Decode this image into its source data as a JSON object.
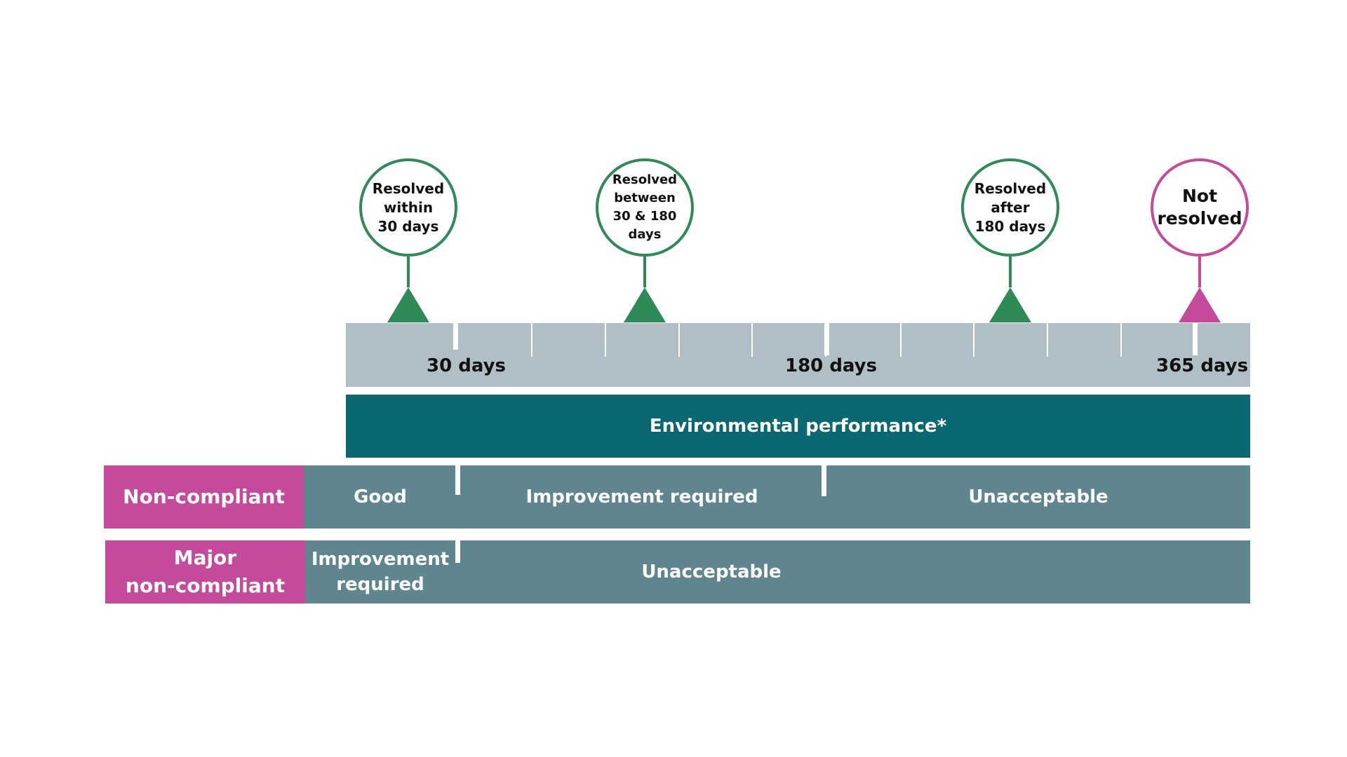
{
  "markers": [
    {
      "label": "Resolved\nwithin\n30 days"
    },
    {
      "label": "Resolved\nbetween\n30 & 180\ndays"
    },
    {
      "label": "Resolved\nafter\n180 days"
    },
    {
      "label": "Not\nresolved"
    }
  ],
  "timeline": {
    "labels": [
      "30 days",
      "180 days",
      "365 days"
    ]
  },
  "environmental_performance": "Environmental performance*",
  "rows": {
    "non_compliant": {
      "label": "Non-compliant",
      "segments": [
        "Good",
        "Improvement required",
        "Unacceptable"
      ]
    },
    "major_non_compliant": {
      "label": "Major\nnon-compliant",
      "segments": [
        "Improvement\nrequired",
        "Unacceptable"
      ]
    }
  },
  "colors": {
    "green": "#2e8b57",
    "magenta": "#c54a9b",
    "timeline": "#b0bfc5",
    "dark_teal": "#0a6872",
    "slate_teal": "#5f868f"
  }
}
